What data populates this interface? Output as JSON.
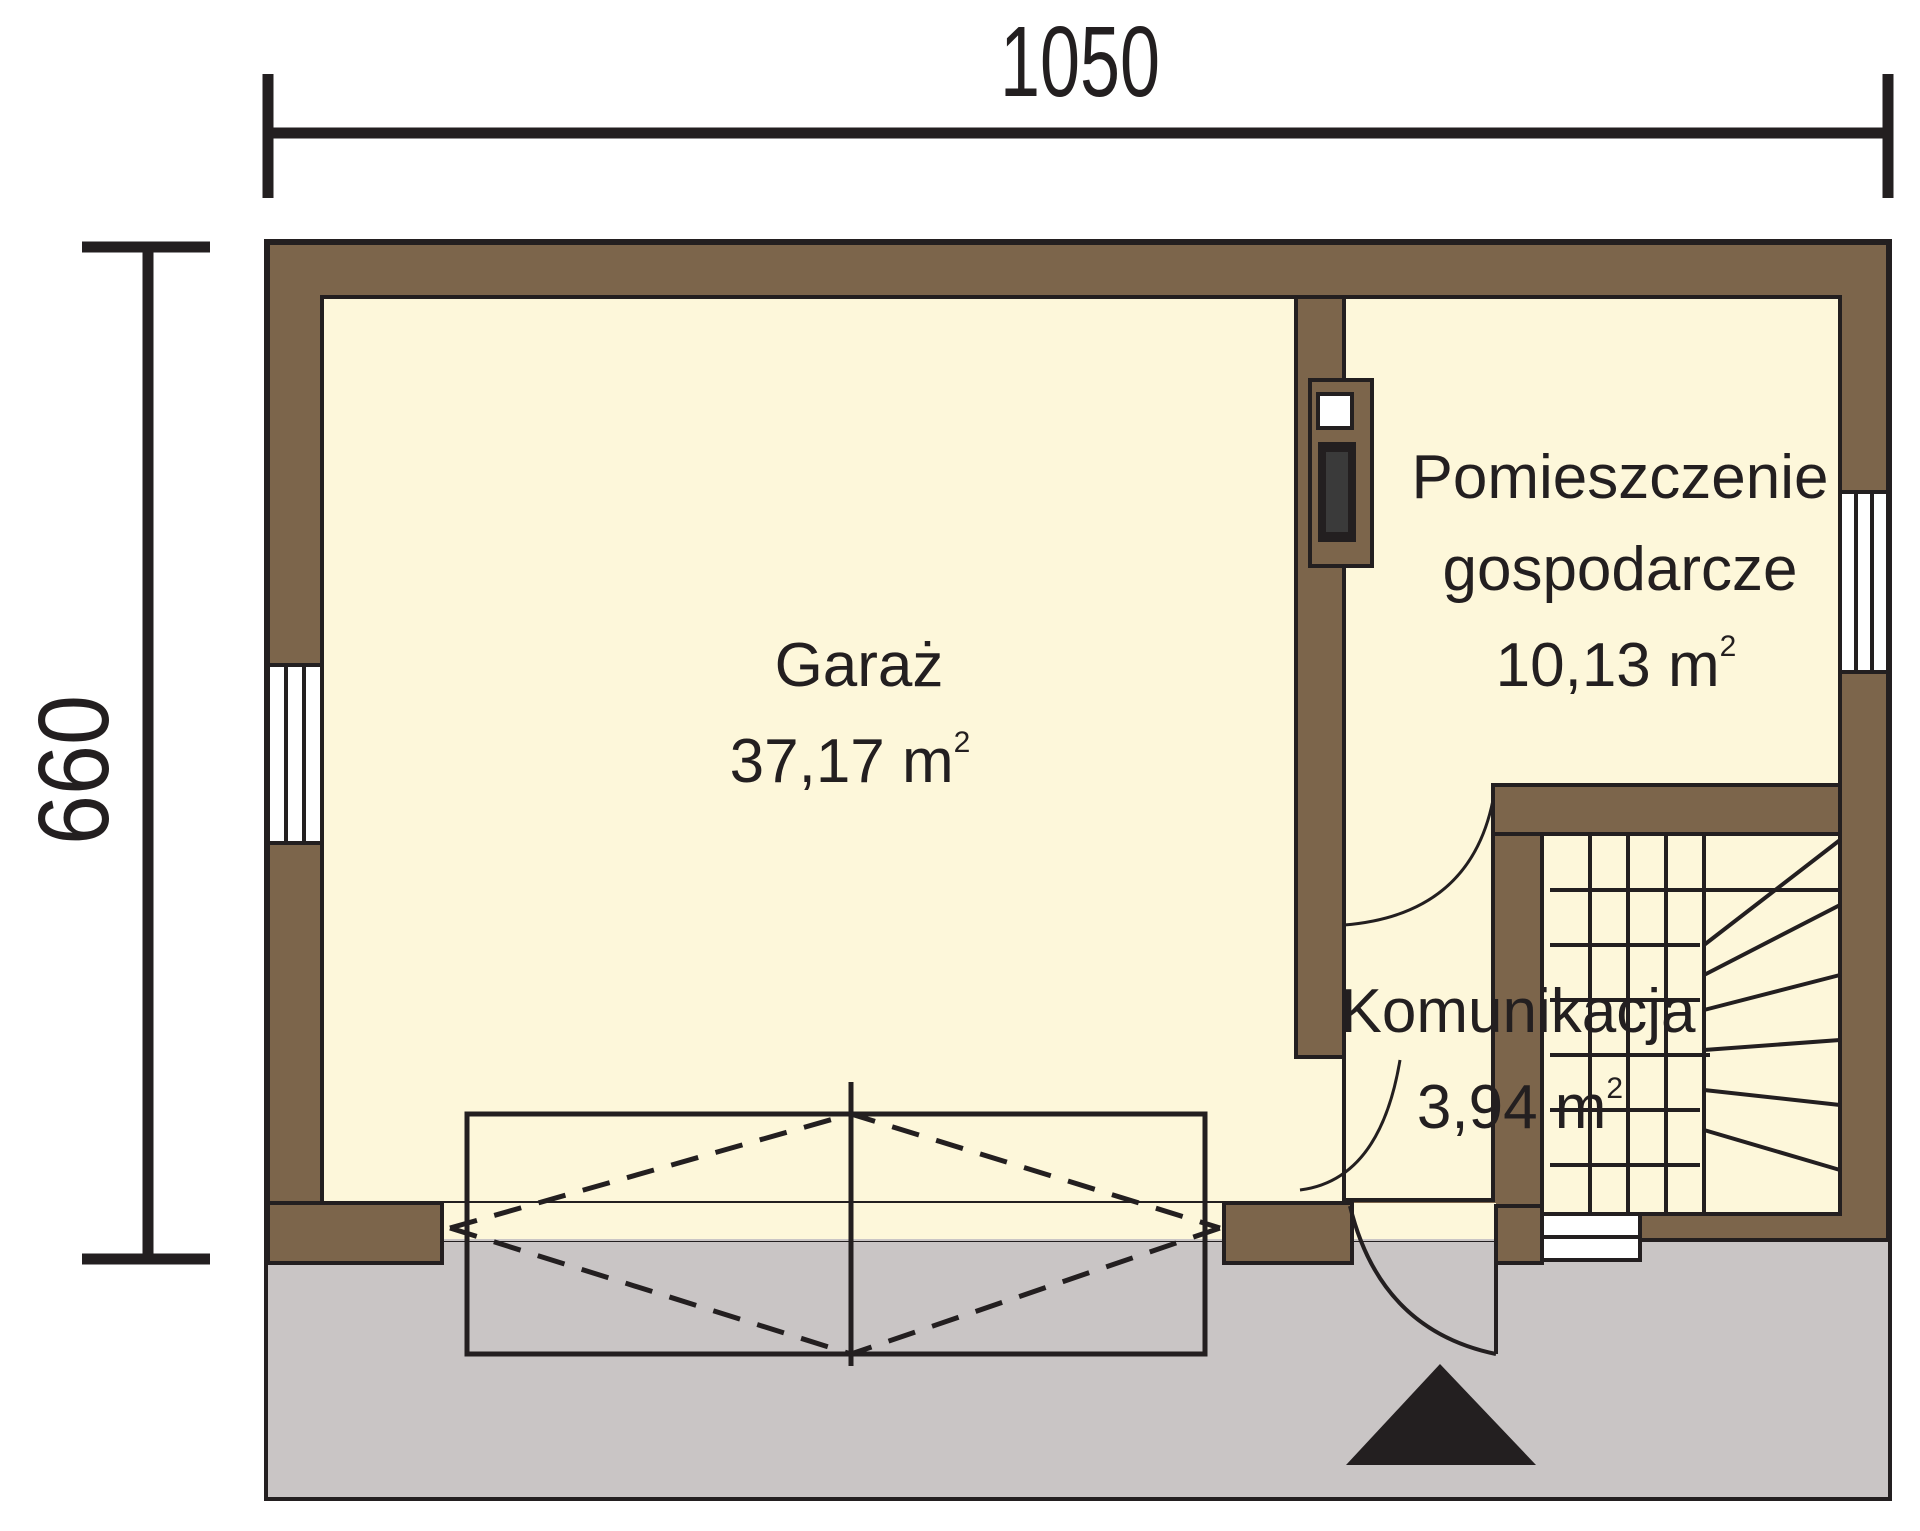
{
  "dimensions": {
    "width_label": "1050",
    "height_label": "660"
  },
  "rooms": {
    "garage": {
      "name": "Garaż",
      "area": "37,17 m",
      "unit_sup": "2"
    },
    "utility": {
      "name_line1": "Pomieszczenie",
      "name_line2": "gospodarcze",
      "area": "10,13 m",
      "unit_sup": "2"
    },
    "hall": {
      "name": "Komunikacja",
      "area": "3,94 m",
      "unit_sup": "2"
    }
  },
  "colors": {
    "wall": "#7c654b",
    "floor": "#fdf7da",
    "outdoor": "#c9c5c5",
    "line": "#231f20"
  }
}
